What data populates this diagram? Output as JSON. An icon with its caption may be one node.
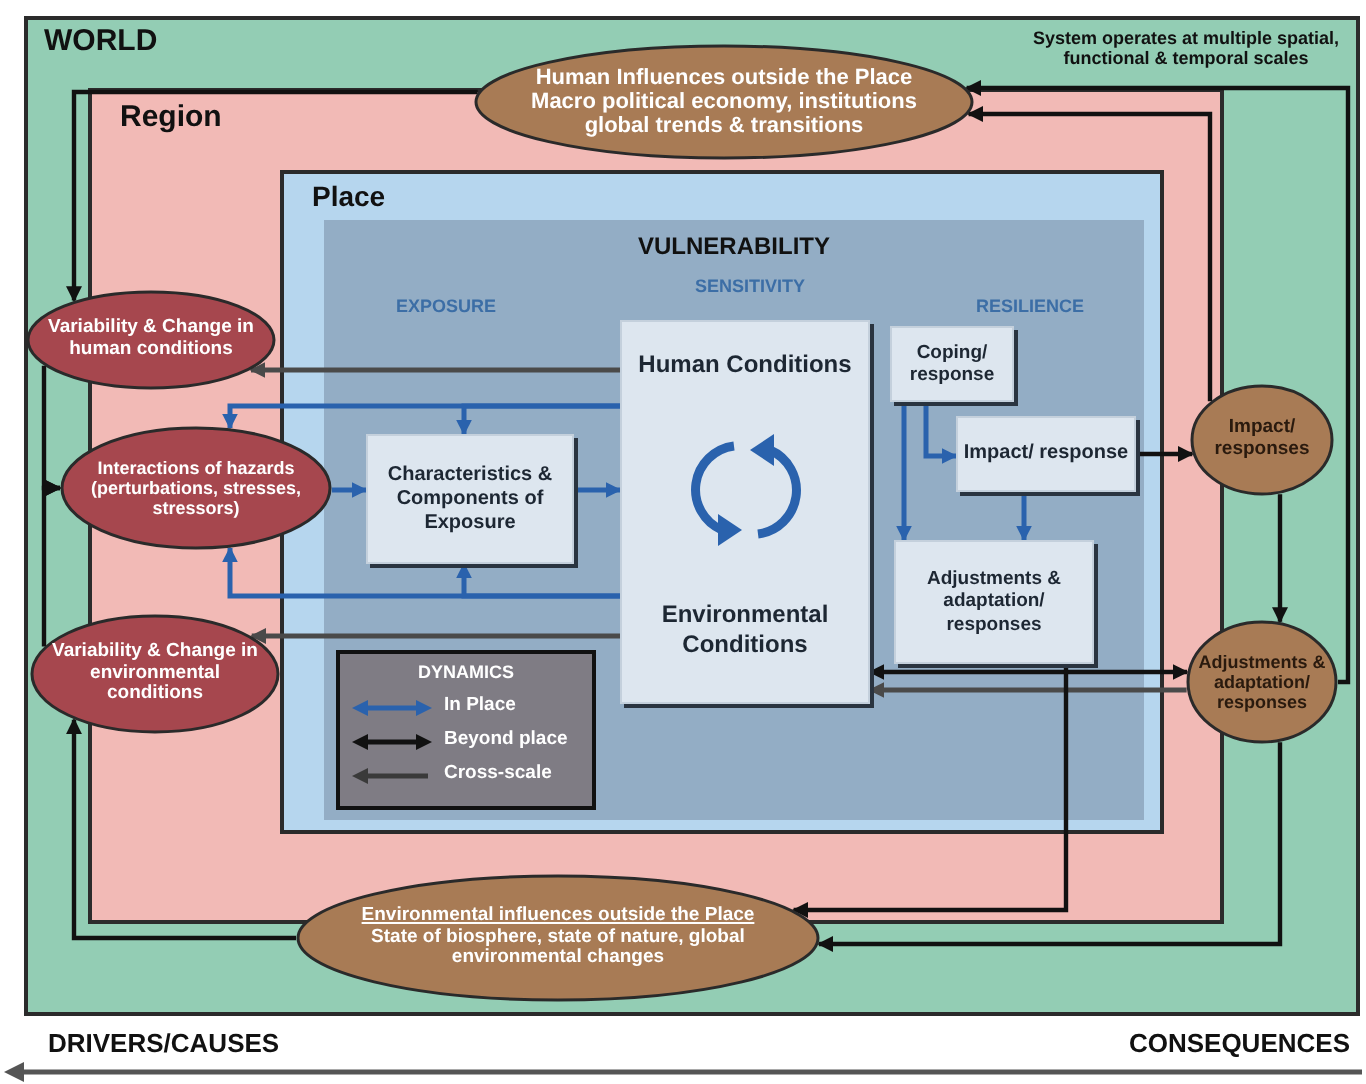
{
  "diagram": {
    "nodes": [
      {
        "text": [
          "WORLD"
        ]
      },
      {
        "text": [
          "Region"
        ],
        "in": 0
      },
      {
        "text": [
          "Place"
        ],
        "in": 1
      },
      {
        "text": [
          "VULNERABILITY"
        ],
        "in": 2
      },
      {
        "text": [
          "Human Influences outside the Place",
          "Macro political economy, institutions global trends & transitions"
        ],
        "in": 0
      },
      {
        "text": [
          "Variability & Change in human conditions"
        ],
        "in": 0
      },
      {
        "text": [
          "Interactions of hazards (perturbations, stresses, stressors)"
        ],
        "in": 0
      },
      {
        "text": [
          "Variability & Change in environmental conditions"
        ],
        "in": 0
      },
      {
        "text": [
          "Characteristics & Components of Exposure"
        ],
        "in": 3
      },
      {
        "text": [
          "Human Conditions",
          "Environmental Conditions"
        ],
        "in": 3
      },
      {
        "text": [
          "Coping/ response"
        ],
        "in": 3
      },
      {
        "text": [
          "Impact/ response"
        ],
        "in": 3
      },
      {
        "text": [
          "Adjustments & adaptation/ responses"
        ],
        "in": 3
      },
      {
        "text": [
          "Impact/ responses"
        ],
        "in": 0
      },
      {
        "text": [
          "Adjustments & adaptation/ responses"
        ],
        "in": 0
      },
      {
        "text": [
          "Environmental influences outside the Place",
          "State of biosphere, state of nature, global environmental changes"
        ],
        "in": 0
      }
    ],
    "edges": [
      {
        "from": 4,
        "to": 5,
        "arrow": "to"
      },
      {
        "from": 5,
        "to": 6,
        "arrow": "to"
      },
      {
        "from": 7,
        "to": 6,
        "arrow": "to"
      },
      {
        "from": 15,
        "to": 7,
        "arrow": "to"
      },
      {
        "from": 9,
        "to": 5,
        "arrow": "to",
        "color": "#4a4a4a"
      },
      {
        "from": 9,
        "to": 7,
        "arrow": "to",
        "color": "#4a4a4a"
      },
      {
        "from": 6,
        "to": 8,
        "arrow": "to",
        "color": "#2a62ad"
      },
      {
        "from": 8,
        "to": 9,
        "arrow": "to",
        "color": "#2a62ad"
      },
      {
        "from": 9,
        "to": 6,
        "arrow": "to",
        "color": "#2a62ad"
      },
      {
        "from": 9,
        "to": 8,
        "arrow": "to",
        "color": "#2a62ad"
      },
      {
        "from": 9,
        "to": 6,
        "arrow": "to",
        "color": "#2a62ad"
      },
      {
        "from": 9,
        "to": 8,
        "arrow": "to",
        "color": "#2a62ad"
      },
      {
        "from": 10,
        "to": 12,
        "arrow": "to",
        "color": "#2a62ad"
      },
      {
        "from": 10,
        "to": 11,
        "arrow": "to",
        "color": "#2a62ad"
      },
      {
        "from": 11,
        "to": 12,
        "arrow": "to",
        "color": "#2a62ad"
      },
      {
        "from": 11,
        "to": 13,
        "arrow": "to"
      },
      {
        "from": 13,
        "to": 14,
        "arrow": "to"
      },
      {
        "from": 9,
        "to": 14,
        "arrow": "both"
      },
      {
        "from": 14,
        "to": 9,
        "arrow": "to",
        "color": "#4a4a4a"
      },
      {
        "from": 13,
        "to": 4,
        "arrow": "to"
      },
      {
        "from": 14,
        "to": 4,
        "arrow": "to"
      },
      {
        "from": 14,
        "to": 15,
        "arrow": "to"
      },
      {
        "from": 12,
        "to": 15,
        "arrow": "to"
      }
    ],
    "labels": [
      "System operates at multiple spatial, functional & temporal scales",
      "EXPOSURE",
      "SENSITIVITY",
      "RESILIENCE",
      "DYNAMICS",
      "DRIVERS/CAUSES",
      "CONSEQUENCES"
    ],
    "legend": [
      {
        "text": "In Place"
      },
      {
        "text": "Beyond place"
      },
      {
        "text": "Cross-scale"
      }
    ]
  }
}
